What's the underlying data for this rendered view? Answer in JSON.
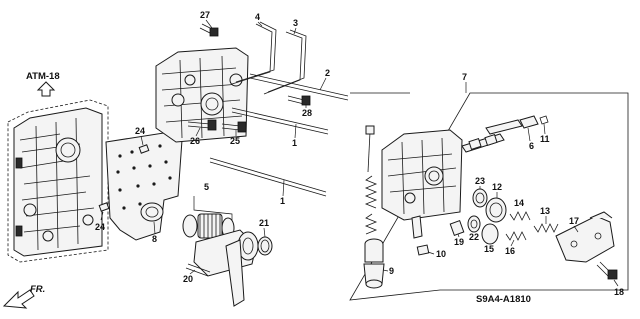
{
  "title": "",
  "reference": {
    "atm_ref": "ATM-18",
    "front_marker": "FR.",
    "part_code": "S9A4-A1810"
  },
  "callouts": {
    "c1a": "1",
    "c1b": "1",
    "c2": "2",
    "c3": "3",
    "c4": "4",
    "c5": "5",
    "c6": "6",
    "c7": "7",
    "c8": "8",
    "c9": "9",
    "c10": "10",
    "c11": "11",
    "c12": "12",
    "c13": "13",
    "c14": "14",
    "c15": "15",
    "c16": "16",
    "c17": "17",
    "c18": "18",
    "c19": "19",
    "c20": "20",
    "c21": "21",
    "c22": "22",
    "c23": "23",
    "c24a": "24",
    "c24b": "24",
    "c25": "25",
    "c26": "26",
    "c27": "27",
    "c28": "28"
  },
  "colors": {
    "ink": "#1a1a1a",
    "paper": "#ffffff"
  }
}
